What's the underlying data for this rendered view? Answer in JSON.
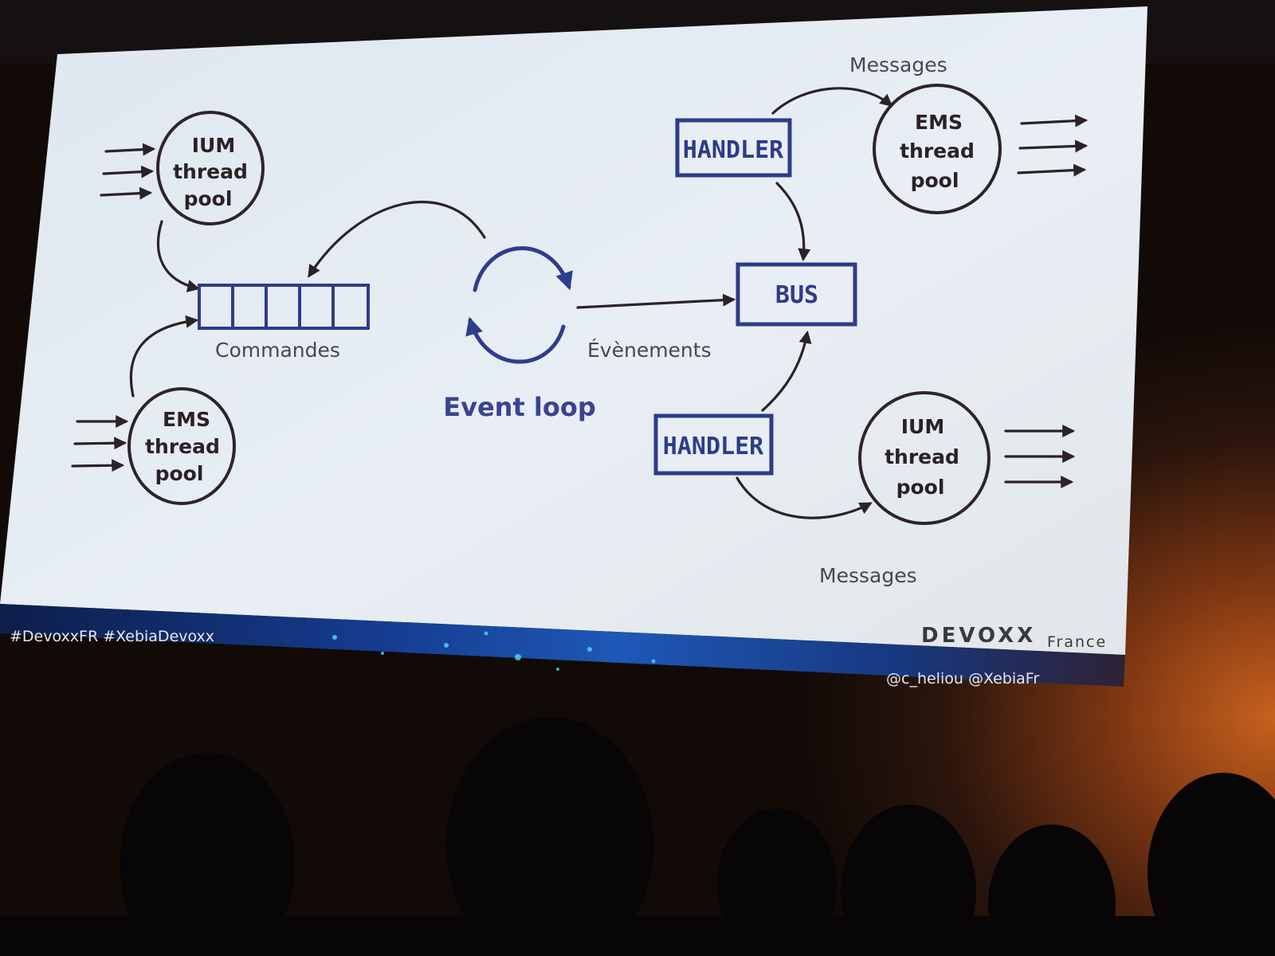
{
  "slide": {
    "left_pool_top": {
      "line1": "IUM",
      "line2": "thread",
      "line3": "pool"
    },
    "left_pool_bottom": {
      "line1": "EMS",
      "line2": "thread",
      "line3": "pool"
    },
    "queue_label": "Commandes",
    "event_loop_label": "Event loop",
    "events_label": "Évènements",
    "handler_top_label": "HANDLER",
    "handler_bottom_label": "HANDLER",
    "bus_label": "BUS",
    "right_pool_top": {
      "line1": "EMS",
      "line2": "thread",
      "line3": "pool"
    },
    "right_pool_bottom": {
      "line1": "IUM",
      "line2": "thread",
      "line3": "pool"
    },
    "messages_top_label": "Messages",
    "messages_bottom_label": "Messages"
  },
  "footer": {
    "hashtags": "#DevoxxFR #XebiaDevoxx",
    "brand": "DEVOXX",
    "brand_sub": "France",
    "handles": "@c_heliou @XebiaFr"
  },
  "colors": {
    "slide_bg": "#e7edf3",
    "diagram_blue": "#2d3c8a",
    "ink": "#2b2326",
    "footer_band": "#0f2a66"
  }
}
